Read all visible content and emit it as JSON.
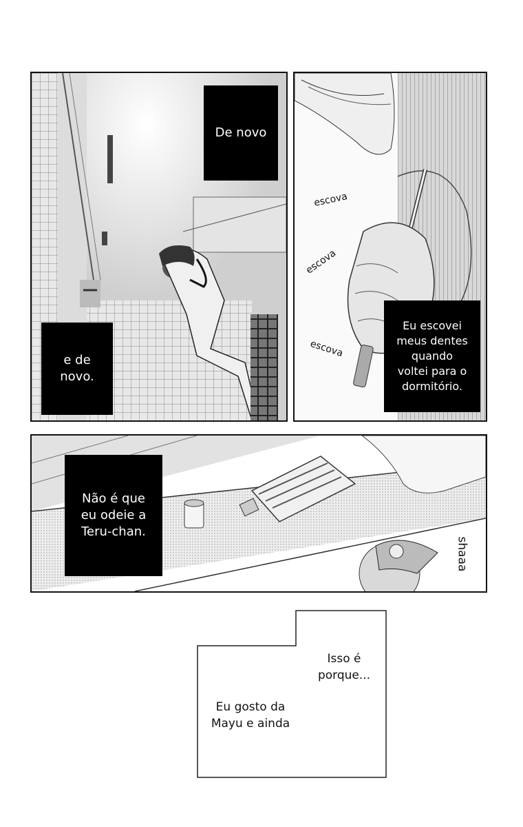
{
  "panels": {
    "top_left": {
      "caption_top": "De novo",
      "caption_bottom": "e de\nnovo."
    },
    "top_right": {
      "sfx": [
        "escova",
        "escova",
        "escova"
      ],
      "caption": "Eu escovei\nmeus dentes\nquando\nvoltei para o\ndormitório."
    },
    "middle": {
      "caption": "Não é que\neu odeie a\nTeru-chan.",
      "sfx": "shaaa"
    },
    "bottom": {
      "caption_right": "Isso é\nporque...",
      "caption_left": "Eu gosto da\nMayu e ainda"
    }
  }
}
